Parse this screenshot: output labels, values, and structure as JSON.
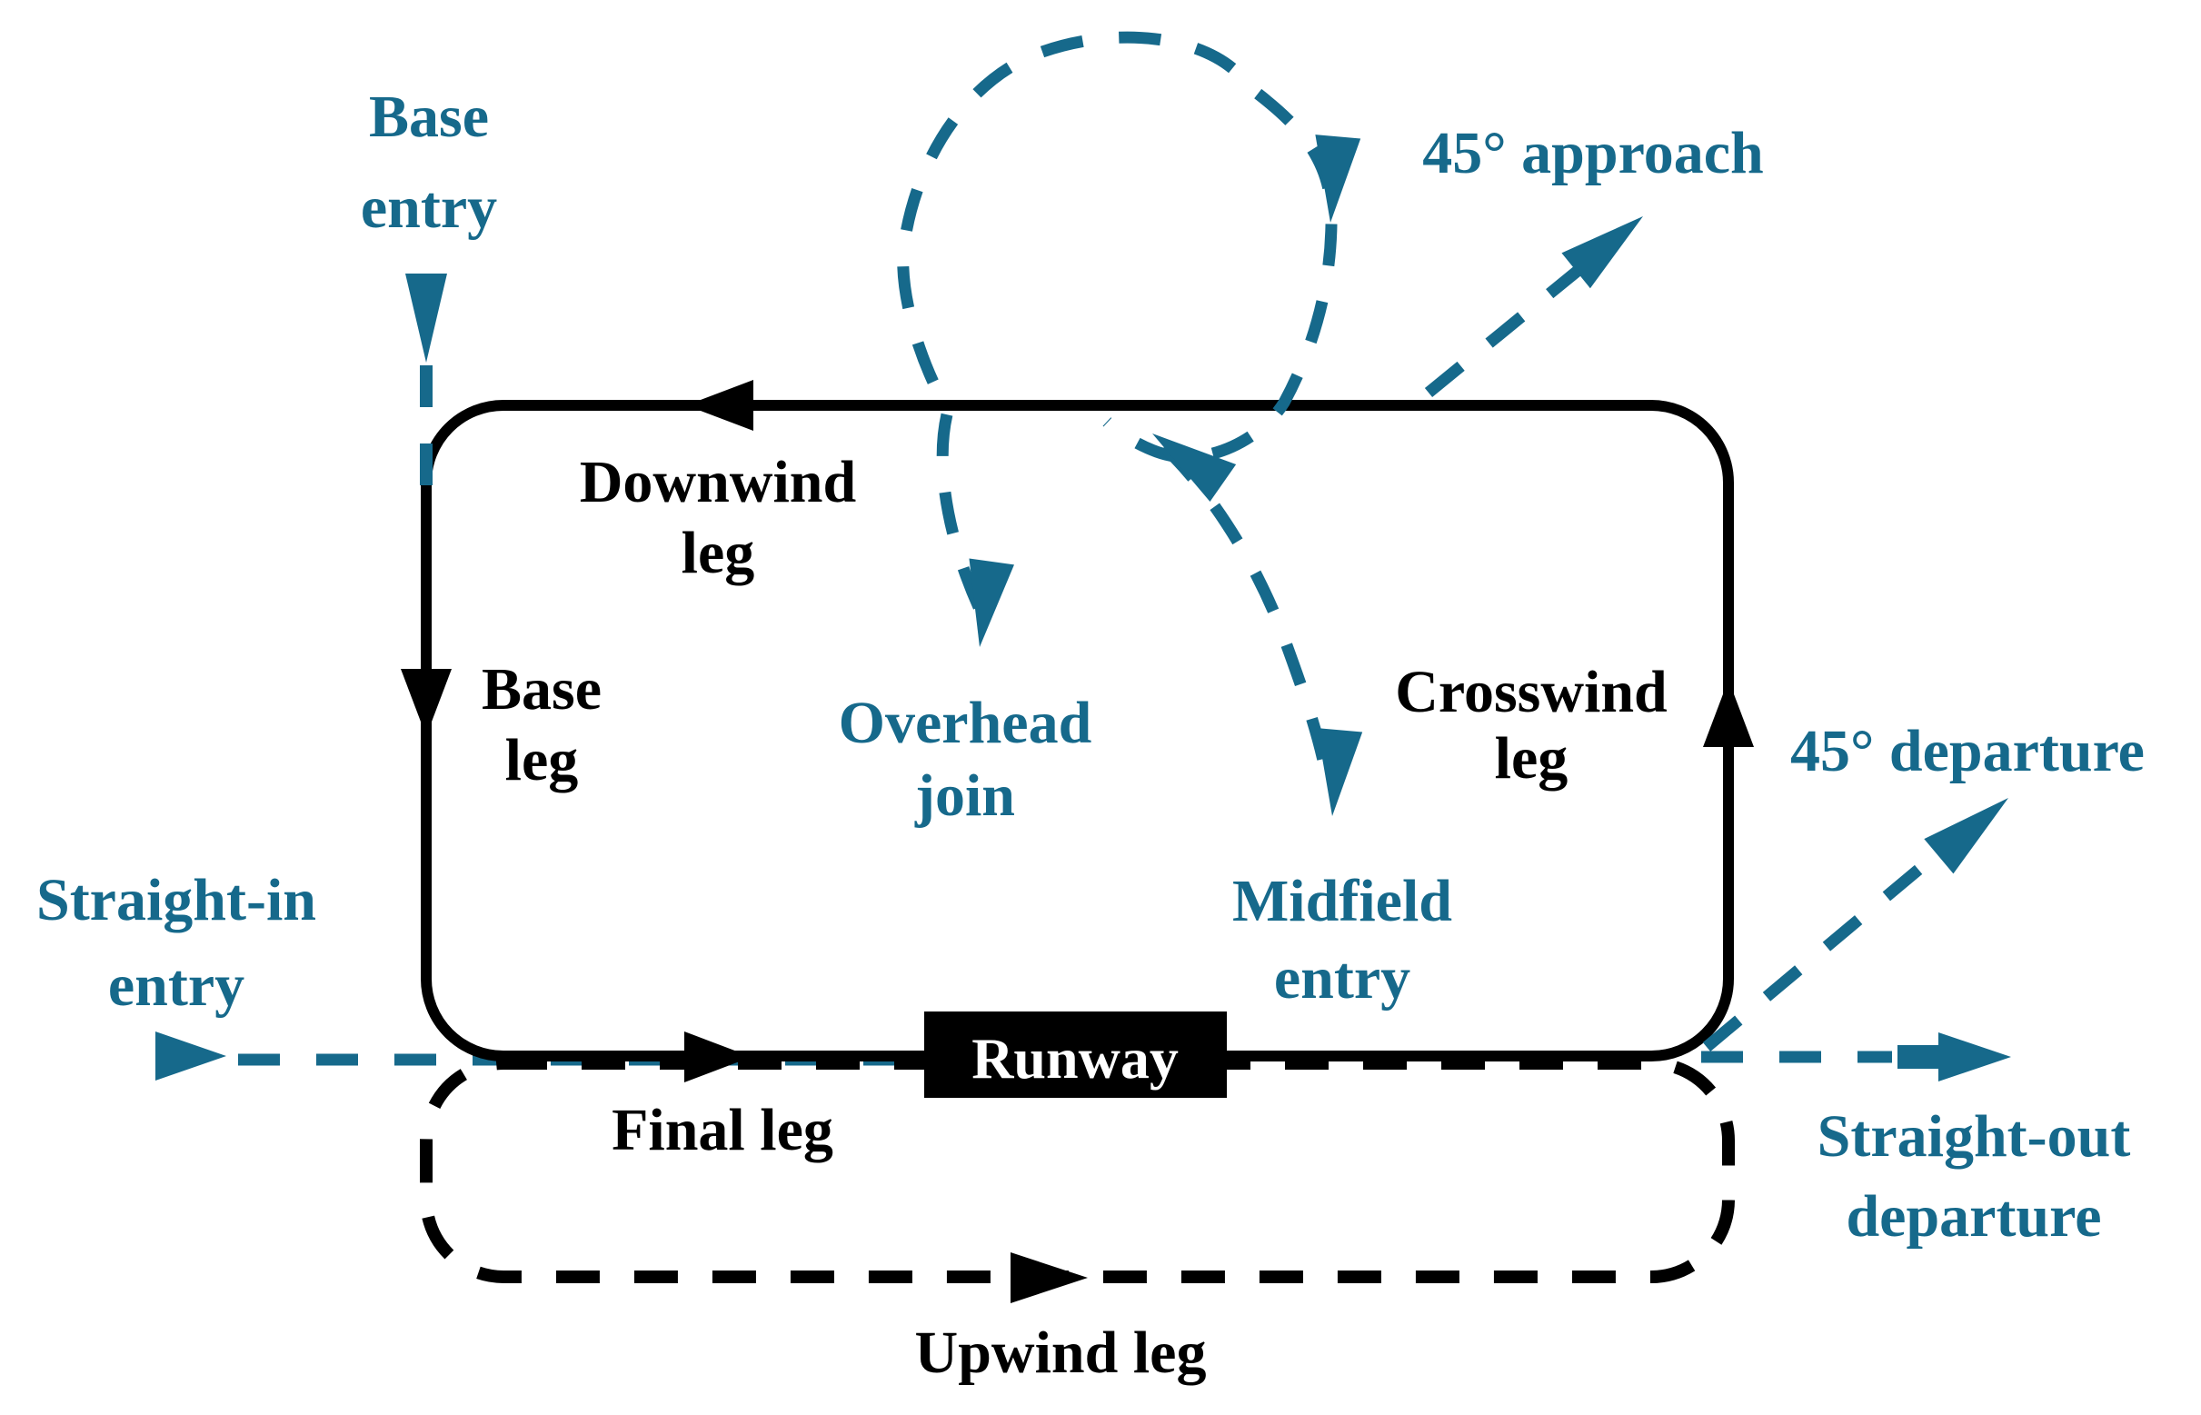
{
  "diagram_type": "airfield-traffic-pattern",
  "colors": {
    "entry_accent": "#16698b",
    "pattern_line": "#000000",
    "background": "#ffffff",
    "runway_fill": "#000000",
    "runway_text": "#ffffff"
  },
  "labels": {
    "downwind": {
      "line1": "Downwind",
      "line2": "leg"
    },
    "base_leg": {
      "line1": "Base",
      "line2": "leg"
    },
    "crosswind": {
      "line1": "Crosswind",
      "line2": "leg"
    },
    "final_leg": {
      "line1": "Final leg"
    },
    "upwind_leg": {
      "line1": "Upwind leg"
    },
    "runway": {
      "label": "Runway"
    },
    "base_entry": {
      "line1": "Base",
      "line2": "entry"
    },
    "straight_in_entry": {
      "line1": "Straight-in",
      "line2": "entry"
    },
    "overhead_join": {
      "line1": "Overhead",
      "line2": "join"
    },
    "midfield_entry": {
      "line1": "Midfield",
      "line2": "entry"
    },
    "approach_45": {
      "line1": "45° approach"
    },
    "departure_45": {
      "line1": "45° departure"
    },
    "straight_out_departure": {
      "line1": "Straight-out",
      "line2": "departure"
    }
  }
}
